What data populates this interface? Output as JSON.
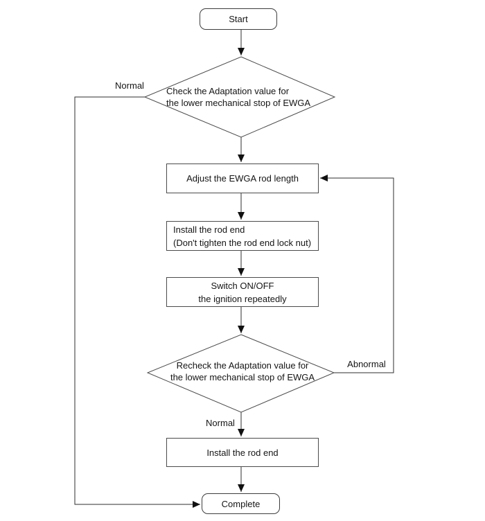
{
  "diagram": {
    "kind": "flowchart",
    "colors": {
      "background": "#ffffff",
      "connector_line": "#2e2e2e",
      "shape_border": "#4a4a4a",
      "shape_fill": "#ffffff",
      "text": "#141414",
      "arrowhead": "#111111"
    },
    "nodes": {
      "start": {
        "label": "Start"
      },
      "check": {
        "line1": "Check the Adaptation value for",
        "line2": "the lower mechanical stop of EWGA"
      },
      "adjust": {
        "label": "Adjust the EWGA rod length"
      },
      "install_loose": {
        "line1": "Install the rod end",
        "line2": "(Don't tighten the rod end lock nut)"
      },
      "switch_ignition": {
        "line1": "Switch ON/OFF",
        "line2": "the ignition repeatedly"
      },
      "recheck": {
        "line1": "Recheck the Adaptation value for",
        "line2": "the lower mechanical stop of EWGA"
      },
      "install_final": {
        "label": "Install the rod end"
      },
      "complete": {
        "label": "Complete"
      }
    },
    "edge_labels": {
      "normal_left": "Normal",
      "abnormal_right": "Abnormal",
      "normal_bottom": "Normal"
    }
  }
}
